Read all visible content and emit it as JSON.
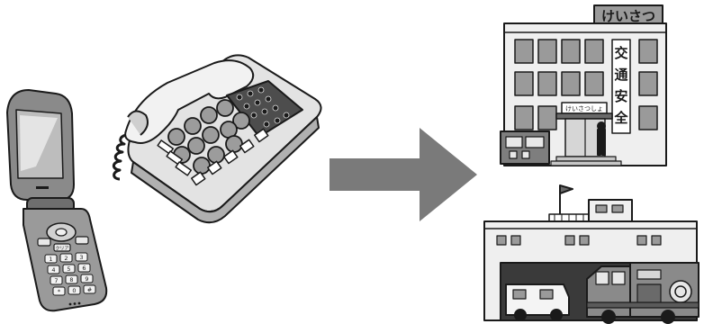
{
  "illustration": {
    "phones": {
      "mobile_phone": {
        "keypad_keys": [
          "1",
          "2",
          "3",
          "4",
          "5",
          "6",
          "7",
          "8",
          "9",
          "*",
          "0",
          "#"
        ],
        "clear_key": "クリア"
      },
      "desk_phone": {}
    },
    "arrow": {
      "direction": "right",
      "color": "#7a7a7a"
    },
    "police_station": {
      "roof_sign": "けいさつ",
      "door_sign": "けいさつしょ",
      "vertical_banner": [
        "交",
        "通",
        "安",
        "全"
      ]
    },
    "fire_station": {
      "vehicles": [
        "ambulance",
        "fire-engine"
      ]
    },
    "colors": {
      "line": "#1a1a1a",
      "light_gray": "#e6e6e6",
      "mid_gray": "#b8b8b8",
      "dark_gray": "#555555",
      "arrow_gray": "#7a7a7a"
    }
  }
}
